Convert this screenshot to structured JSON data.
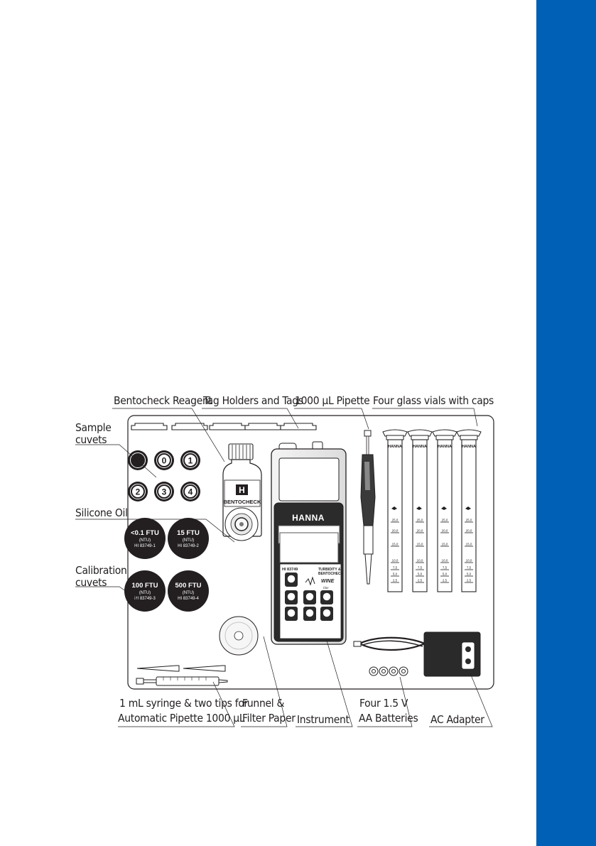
{
  "labels": {
    "bentocheck_reagent": "Bentocheck Reagent",
    "tag_holders": "Tag Holders and Tags",
    "pipette": "1000 µL Pipette",
    "vials": "Four glass vials with caps",
    "sample_cuvets_1": "Sample",
    "sample_cuvets_2": "cuvets",
    "silicone_oil": "Silicone Oil",
    "calibration_cuvets_1": "Calibration",
    "calibration_cuvets_2": "cuvets",
    "syringe_1": "1 mL syringe & two tips for",
    "syringe_2": "Automatic Pipette 1000 µL",
    "funnel_1": "Funnel &",
    "funnel_2": "Filter Paper",
    "instrument": "Instrument",
    "batteries_1": "Four 1.5 V",
    "batteries_2": "AA Batteries",
    "ac_adapter": "AC Adapter"
  },
  "sample_cuvets": [
    "",
    "0",
    "1",
    "2",
    "3",
    "4"
  ],
  "calibration_cuvets": [
    {
      "value": "<0.1 FTU",
      "unit": "(NTU)",
      "code": "HI 83749-1"
    },
    {
      "value": "15 FTU",
      "unit": "(NTU)",
      "code": "HI 83749-2"
    },
    {
      "value": "100 FTU",
      "unit": "(NTU)",
      "code": "HI 83749-3"
    },
    {
      "value": "500 FTU",
      "unit": "(NTU)",
      "code": "HI 83749-4"
    }
  ],
  "reagent_bottle": {
    "label": "BENTOCHECK",
    "logo": "H"
  },
  "instrument": {
    "brand": "HANNA",
    "model": "HI 83749",
    "title_1": "TURBIDITY &",
    "title_2": "BENTOCHECK",
    "line": "WINE",
    "line_sub": "line"
  },
  "vials": {
    "brand": "HANNA",
    "scale": [
      "25,0",
      "20,0",
      "15,0",
      "10,0",
      "7,5",
      "5,0",
      "2,5"
    ]
  },
  "colors": {
    "accent_band": "#0060b6",
    "ink": "#231f20"
  }
}
